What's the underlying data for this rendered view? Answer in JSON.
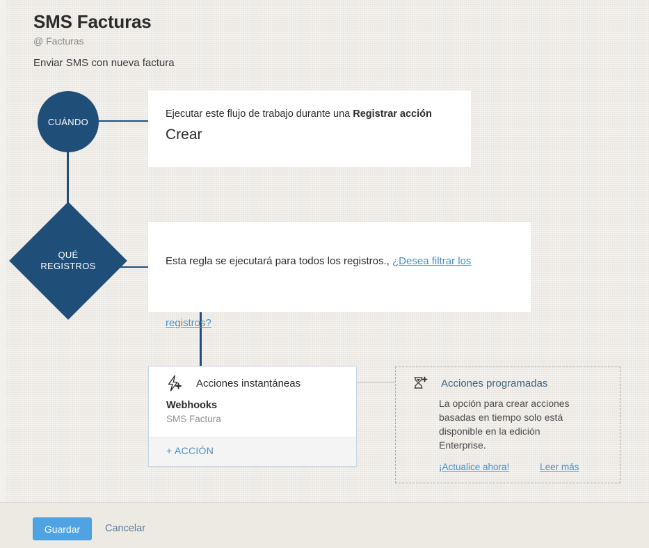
{
  "header": {
    "title": "SMS Facturas",
    "subtitle": "@ Facturas",
    "description": "Enviar SMS con nueva factura"
  },
  "flow": {
    "when_node_label": "CUÁNDO",
    "which_node_label_line1": "QUÉ",
    "which_node_label_line2": "REGISTROS",
    "trigger_card": {
      "prefix": "Ejecutar este flujo de trabajo durante una ",
      "strong": "Registrar acción",
      "value": "Crear"
    },
    "criteria_card": {
      "text": "Esta regla se ejecutará para todos los registros., ",
      "link_part1": "¿Desea filtrar los",
      "link_part2": "registros?"
    }
  },
  "instant_actions": {
    "icon": "lightning-plus-icon",
    "title": "Acciones instantáneas",
    "action_name": "Webhooks",
    "action_sub": "SMS Factura",
    "add_label": "+ ACCIÓN"
  },
  "scheduled_actions": {
    "icon": "hourglass-plus-icon",
    "title": "Acciones programadas",
    "description": "La opción para crear acciones basadas en tiempo solo está disponible en la edición Enterprise.",
    "upgrade_link": "¡Actualice ahora!",
    "read_more_link": "Leer más"
  },
  "footer": {
    "save_label": "Guardar",
    "cancel_label": "Cancelar"
  },
  "colors": {
    "node_navy": "#1f4e79",
    "link_blue": "#4a90c4",
    "primary_button": "#4fa3e3",
    "canvas": "#efece6"
  }
}
